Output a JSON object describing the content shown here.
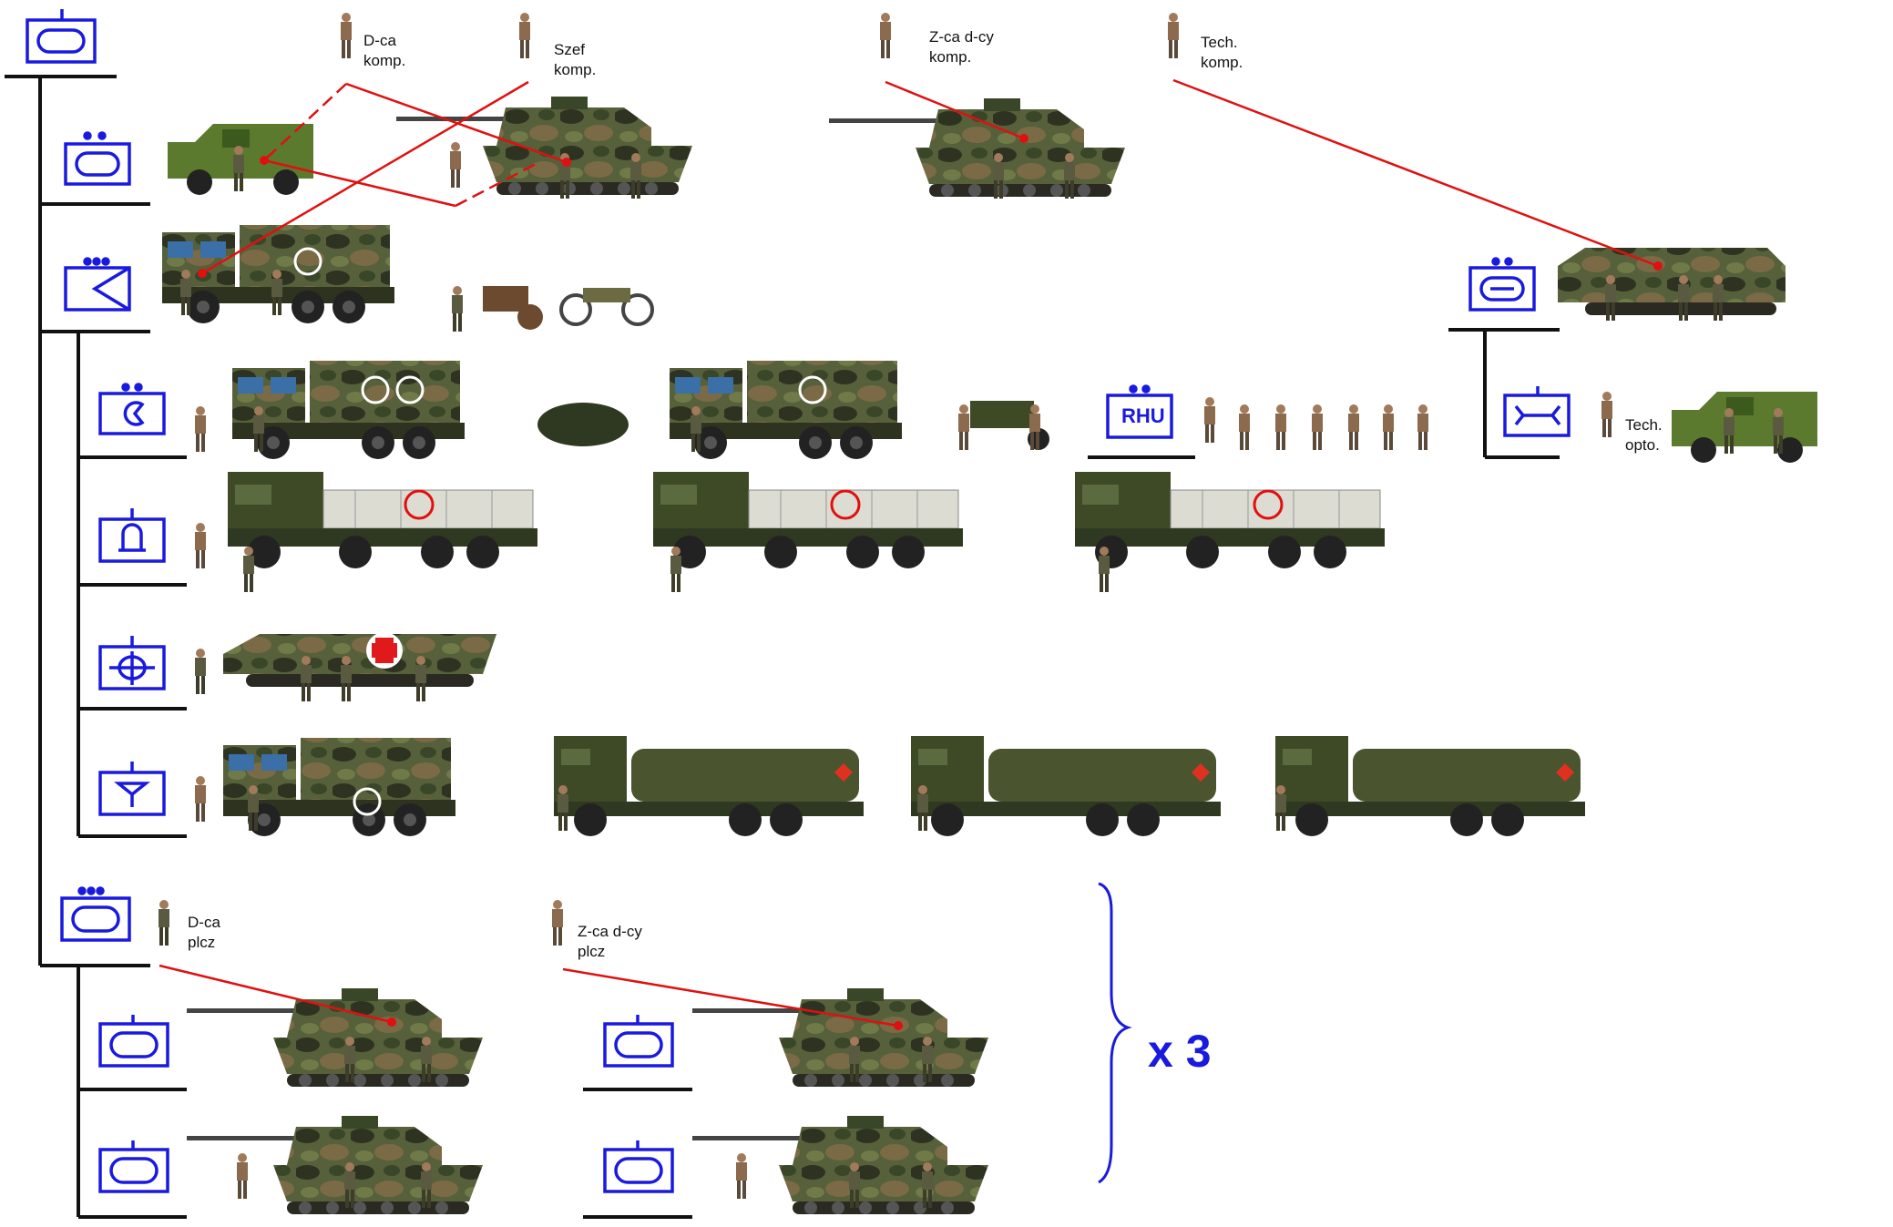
{
  "labels": {
    "dca_komp": "D-ca\nkomp.",
    "szef_komp": "Szef\nkomp.",
    "zca_komp": "Z-ca d-cy\nkomp.",
    "tech_komp": "Tech.\nkomp.",
    "tech_opto": "Tech.\nopto.",
    "dca_plcz": "D-ca\nplcz",
    "zca_plcz": "Z-ca d-cy\nplcz",
    "rhu": "RHU",
    "multiplier": "x 3"
  },
  "colors": {
    "symbol_blue": "#1a1adf",
    "link_red": "#e01010",
    "camo_green": "#4f5a2e",
    "olive": "#3e4a25",
    "canvas_white": "#dcdcd2",
    "medic_red": "#e01a1a"
  },
  "symbols": [
    "company-hq-symbol",
    "command-section-symbol",
    "support-platoon-symbol",
    "maintenance-group-symbol",
    "supply-group-symbol",
    "medical-group-symbol",
    "fuel-group-symbol",
    "rhu-group-symbol",
    "recovery-group-symbol",
    "optics-technician-symbol",
    "tank-platoon-symbol",
    "tank-symbol"
  ]
}
